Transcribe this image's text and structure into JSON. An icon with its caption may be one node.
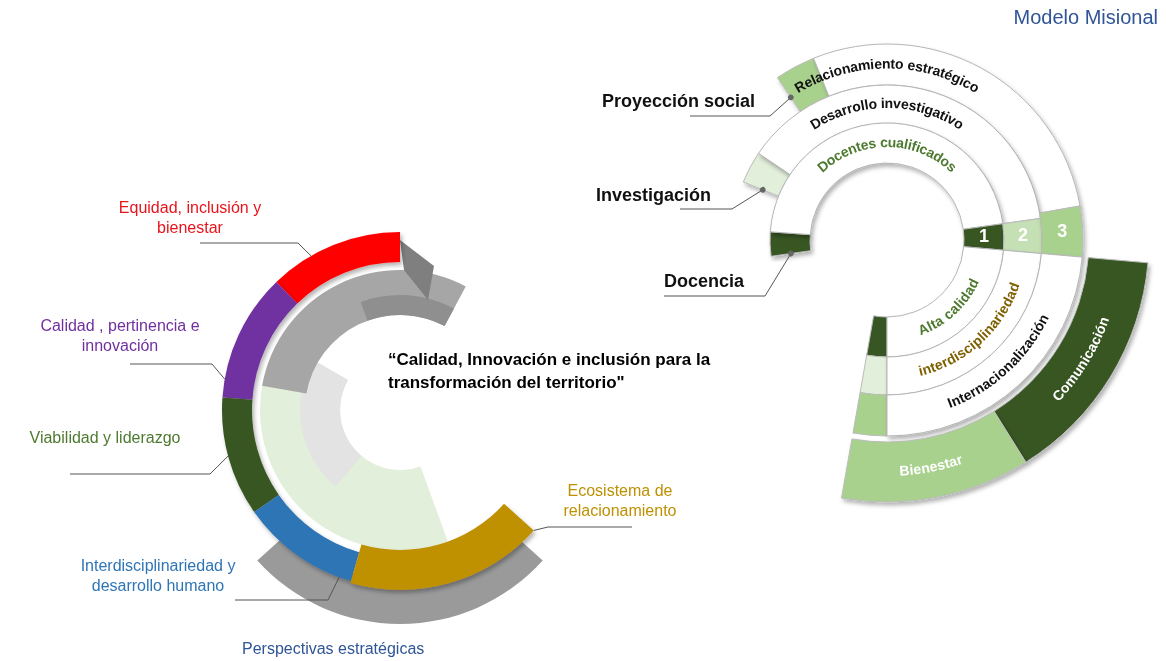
{
  "diagram": {
    "title": "Modelo Misional",
    "caption": "Perspectivas estratégicas",
    "nodes": [
      {
        "text": [
          "Equidad, inclusión y bienestar"
        ]
      },
      {
        "text": [],
        "shape": "arc"
      },
      {
        "text": [
          "Calidad , pertinencia e innovación"
        ]
      },
      {
        "text": [],
        "shape": "arc"
      },
      {
        "text": [
          "Viabilidad y liderazgo"
        ]
      },
      {
        "text": [],
        "shape": "arc"
      },
      {
        "text": [
          "Interdisciplinariedad y desarrollo humano"
        ]
      },
      {
        "text": [],
        "shape": "arc"
      },
      {
        "text": [
          "Ecosistema de relacionamiento"
        ]
      },
      {
        "text": [],
        "shape": "arc"
      },
      {
        "text": [
          "Proyección social"
        ]
      },
      {
        "text": [],
        "shape": "box"
      },
      {
        "text": [
          "Relacionamiento estratégico"
        ]
      },
      {
        "text": [
          "Investigación"
        ]
      },
      {
        "text": [],
        "shape": "box"
      },
      {
        "text": [
          "Desarrollo investigativo"
        ]
      },
      {
        "text": [
          "Docencia"
        ]
      },
      {
        "text": [],
        "shape": "box"
      },
      {
        "text": [
          "Docentes cualificados"
        ]
      },
      {
        "text": [
          "1"
        ]
      },
      {
        "text": [
          "2"
        ]
      },
      {
        "text": [
          "3"
        ]
      },
      {
        "text": [
          "Alta calidad"
        ]
      },
      {
        "text": [
          "interdisciplinariedad"
        ]
      },
      {
        "text": [
          "Internacionalización"
        ]
      },
      {
        "text": [
          "Comunicación"
        ]
      },
      {
        "text": [
          "Bienestar"
        ]
      }
    ],
    "edges": [
      {
        "from": 0,
        "to": 1,
        "arrow": "none"
      },
      {
        "from": 2,
        "to": 3,
        "arrow": "none"
      },
      {
        "from": 4,
        "to": 5,
        "arrow": "none"
      },
      {
        "from": 6,
        "to": 7,
        "arrow": "none"
      },
      {
        "from": 8,
        "to": 9,
        "arrow": "none"
      },
      {
        "from": 10,
        "to": 11,
        "arrow": "other"
      },
      {
        "from": 13,
        "to": 14,
        "arrow": "other"
      },
      {
        "from": 16,
        "to": 17,
        "arrow": "other"
      }
    ],
    "labels": [
      "“Calidad, Innovación e inclusión para la **transformación del territorio**\""
    ]
  }
}
